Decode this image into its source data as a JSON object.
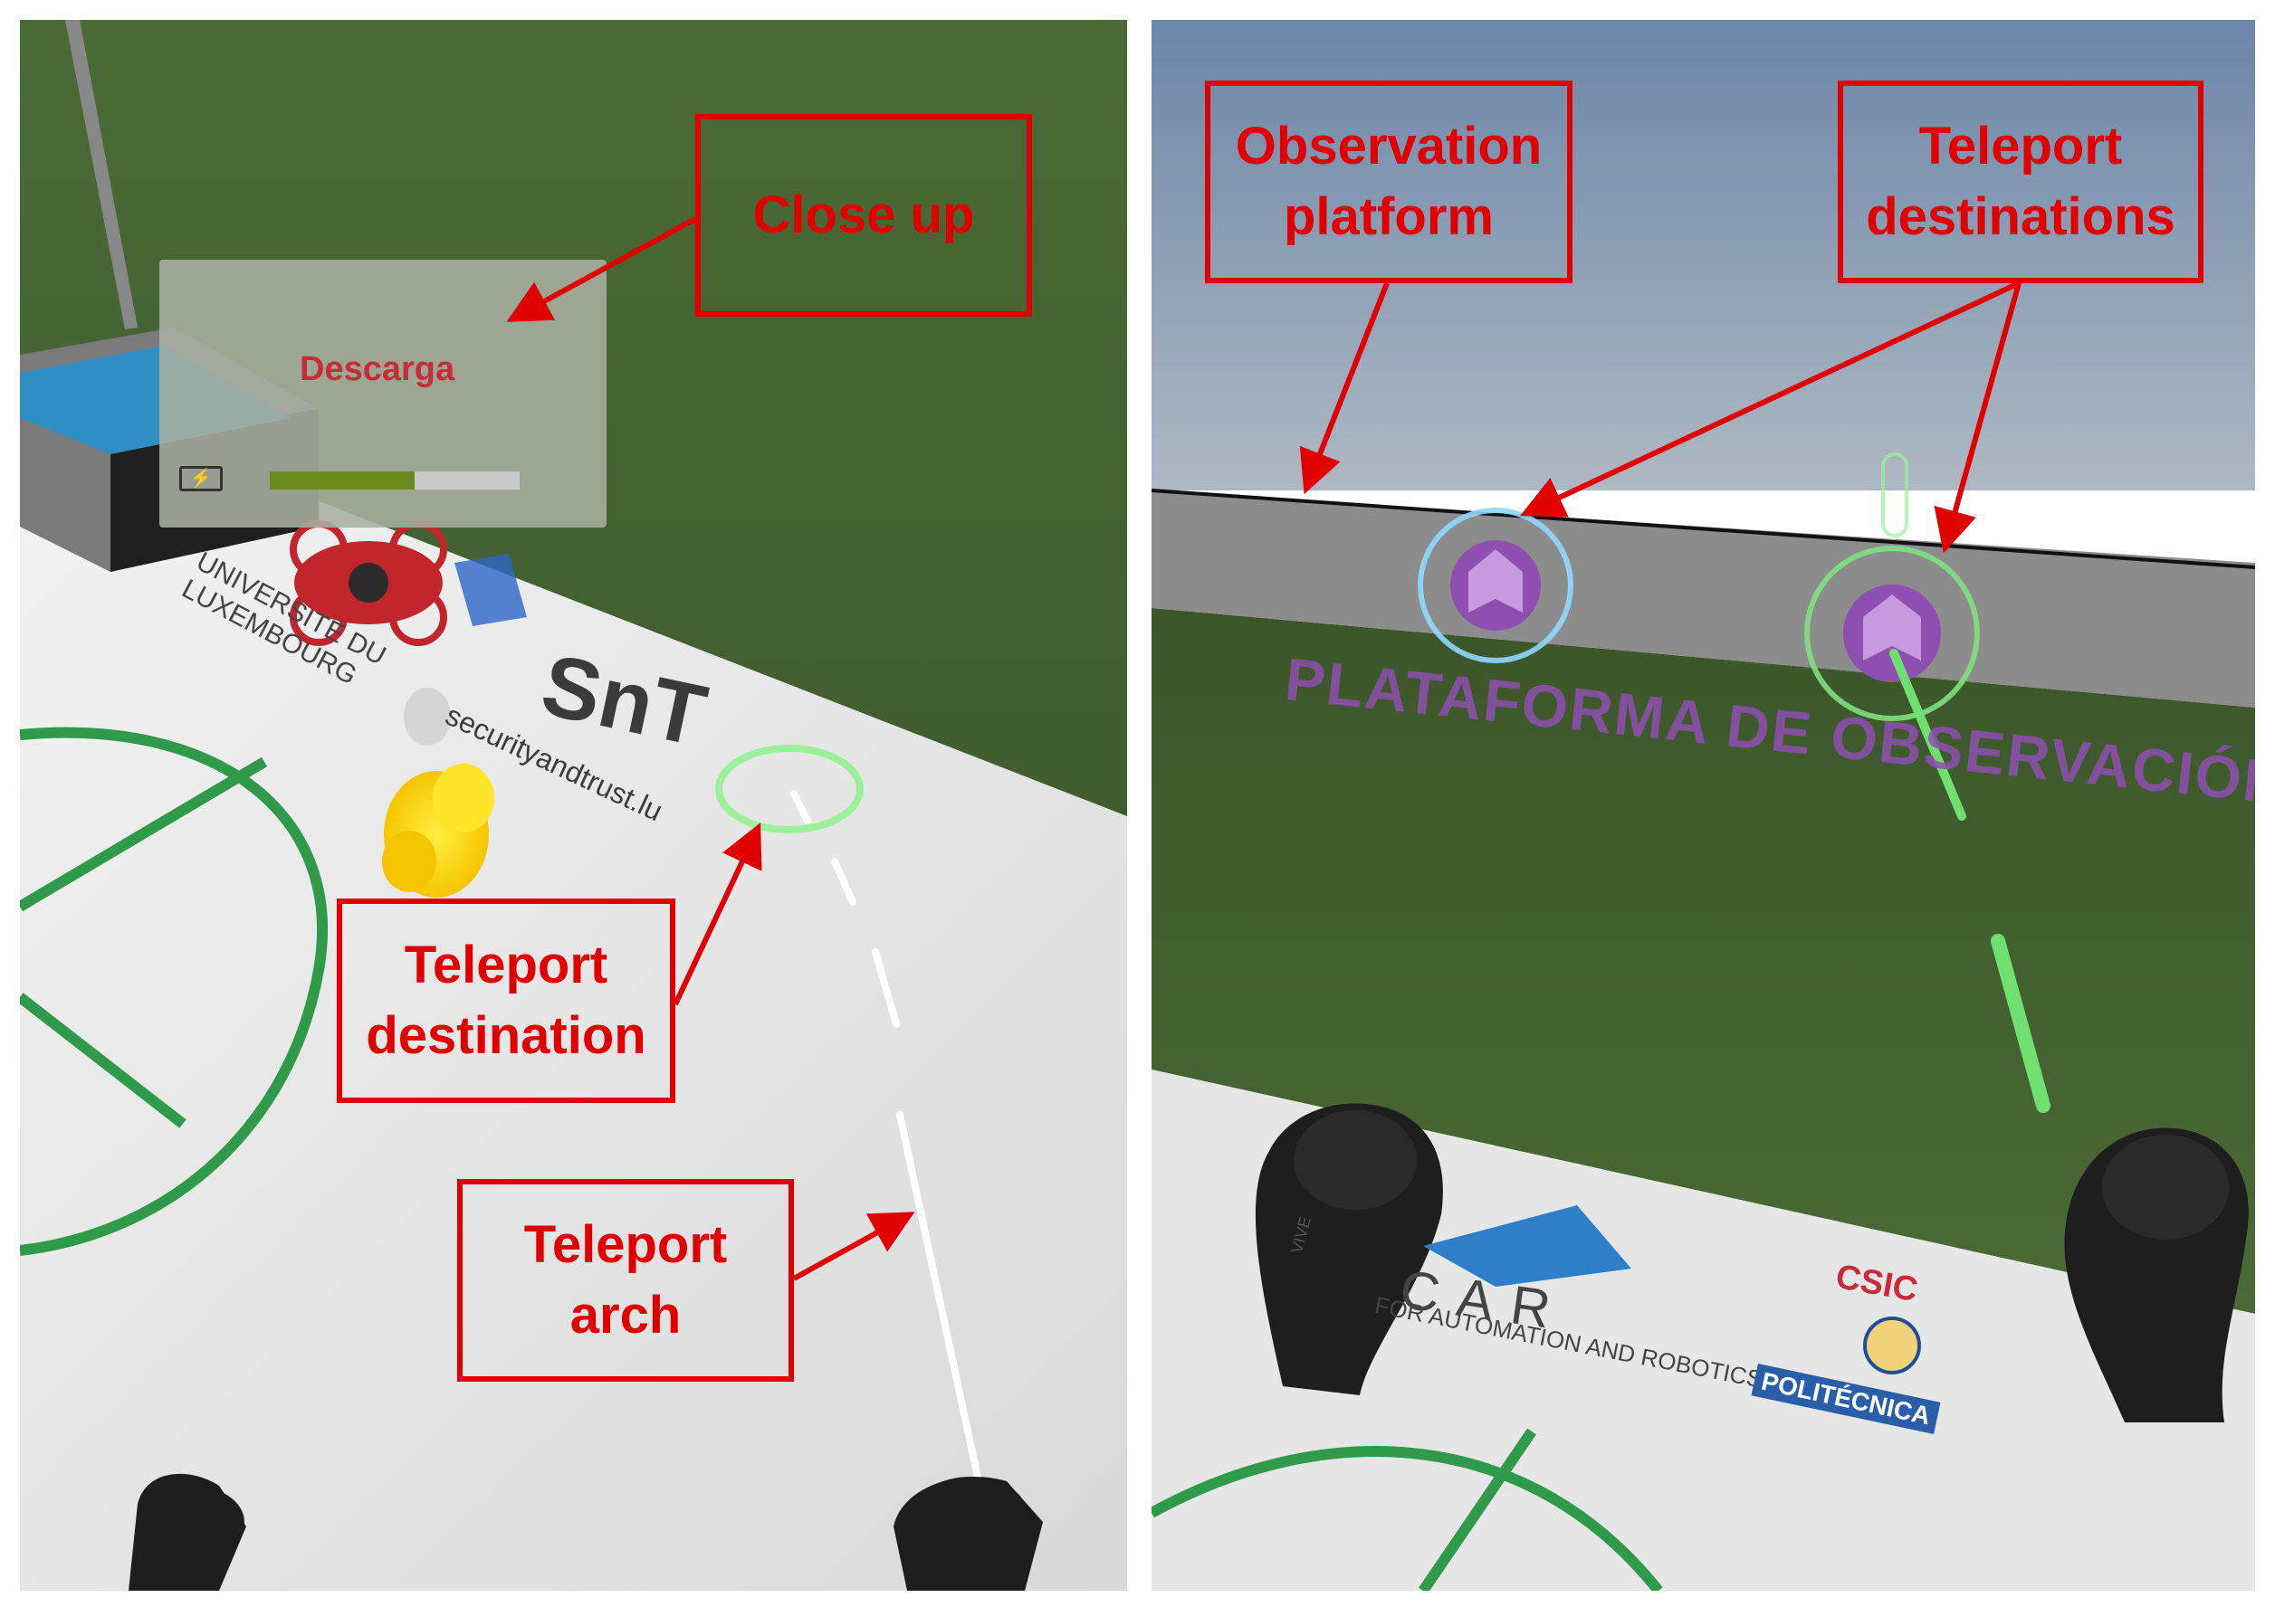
{
  "left_view": {
    "hud": {
      "title": "Descarga",
      "battery_level": 0.58,
      "battery_icon": "battery-charging-icon"
    },
    "logo_uni": "UNIVERSITÉ DU\nLUXEMBOURG",
    "logo_snt_mark": "SnT",
    "logo_snt_url": "securityandtrust.lu",
    "annotations": {
      "close_up": "Close up",
      "teleport_destination": "Teleport\ndestination",
      "teleport_arch": "Teleport\narch"
    }
  },
  "right_view": {
    "floor_text": "PLATAFORMA DE OBSERVACIÓN",
    "logo_car_mark": "CAR",
    "logo_car_tagline": "FOR AUTOMATION AND ROBOTICS",
    "logo_csic": "CSIC",
    "logo_upm": "POLITÉCNICA",
    "controller_brand": "VIVE",
    "annotations": {
      "observation_platform": "Observation\nplatform",
      "teleport_destinations": "Teleport\ndestinations"
    }
  },
  "colors": {
    "annotation_red": "#e00000",
    "grass": "#3f5a2a",
    "floor": "#e6e6e6",
    "court_line": "#2e9a4a",
    "teleport_green": "#7be27b",
    "marker_purple": "#8e4fb0"
  }
}
